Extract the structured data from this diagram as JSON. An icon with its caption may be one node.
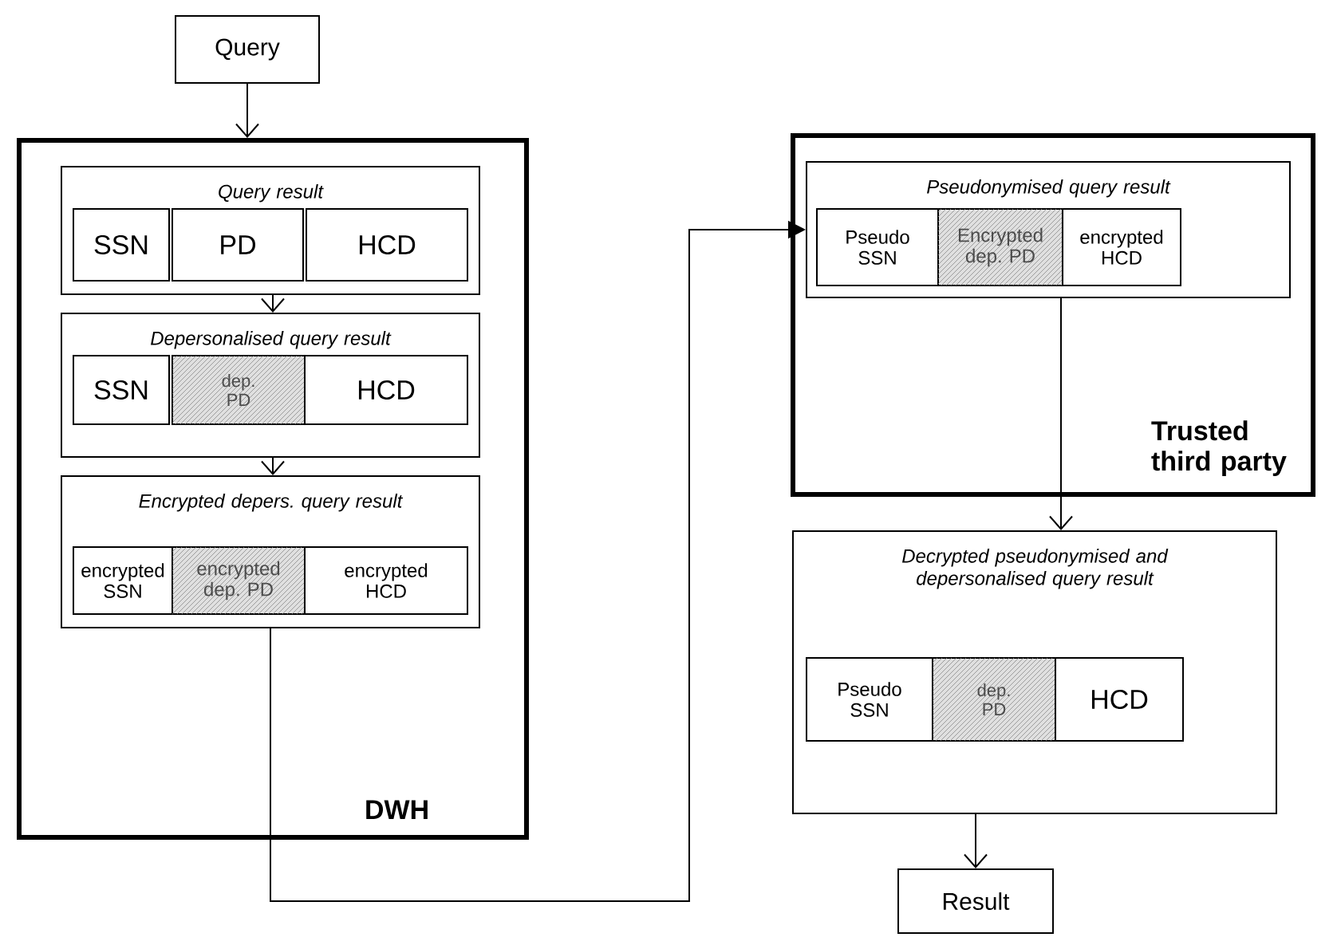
{
  "diagram": {
    "nodes": [
      {
        "text": [
          "Query"
        ]
      },
      {
        "text": [
          "DWH"
        ]
      },
      {
        "text": [
          "Query result"
        ],
        "in": 1
      },
      {
        "text": [
          "SSN"
        ],
        "in": 2
      },
      {
        "text": [
          "PD"
        ],
        "in": 2
      },
      {
        "text": [
          "HCD"
        ],
        "in": 2
      },
      {
        "text": [
          "Depersonalised query result"
        ],
        "in": 1
      },
      {
        "text": [
          "SSN"
        ],
        "in": 6
      },
      {
        "text": [
          "dep. PD"
        ],
        "in": 6
      },
      {
        "text": [
          "HCD"
        ],
        "in": 6
      },
      {
        "text": [
          "Encrypted depers. query result"
        ],
        "in": 1
      },
      {
        "text": [
          "encrypted SSN"
        ],
        "in": 10
      },
      {
        "text": [
          "encrypted dep. PD"
        ],
        "in": 10
      },
      {
        "text": [
          "encrypted HCD"
        ],
        "in": 10
      },
      {
        "text": [
          "Trusted third party"
        ]
      },
      {
        "text": [
          "Pseudonymised query result"
        ],
        "in": 14
      },
      {
        "text": [
          "Pseudo SSN"
        ],
        "in": 15
      },
      {
        "text": [
          "Encrypted dep. PD"
        ],
        "in": 15
      },
      {
        "text": [
          "encrypted HCD"
        ],
        "in": 15
      },
      {
        "text": [
          "Decrypted pseudonymised and depersonalised query result"
        ]
      },
      {
        "text": [
          "Pseudo SSN"
        ],
        "in": 19
      },
      {
        "text": [
          "dep. PD"
        ],
        "in": 19
      },
      {
        "text": [
          "HCD"
        ],
        "in": 19
      },
      {
        "text": [
          "Result"
        ]
      }
    ],
    "edges": [
      {
        "from": 0,
        "to": 1,
        "arrow": "to"
      },
      {
        "from": 2,
        "to": 6,
        "arrow": "to"
      },
      {
        "from": 6,
        "to": 10,
        "arrow": "to"
      },
      {
        "from": 10,
        "to": 15,
        "arrow": "to"
      },
      {
        "from": 15,
        "to": 19,
        "arrow": "to"
      },
      {
        "from": 19,
        "to": 23,
        "arrow": "to"
      }
    ]
  }
}
